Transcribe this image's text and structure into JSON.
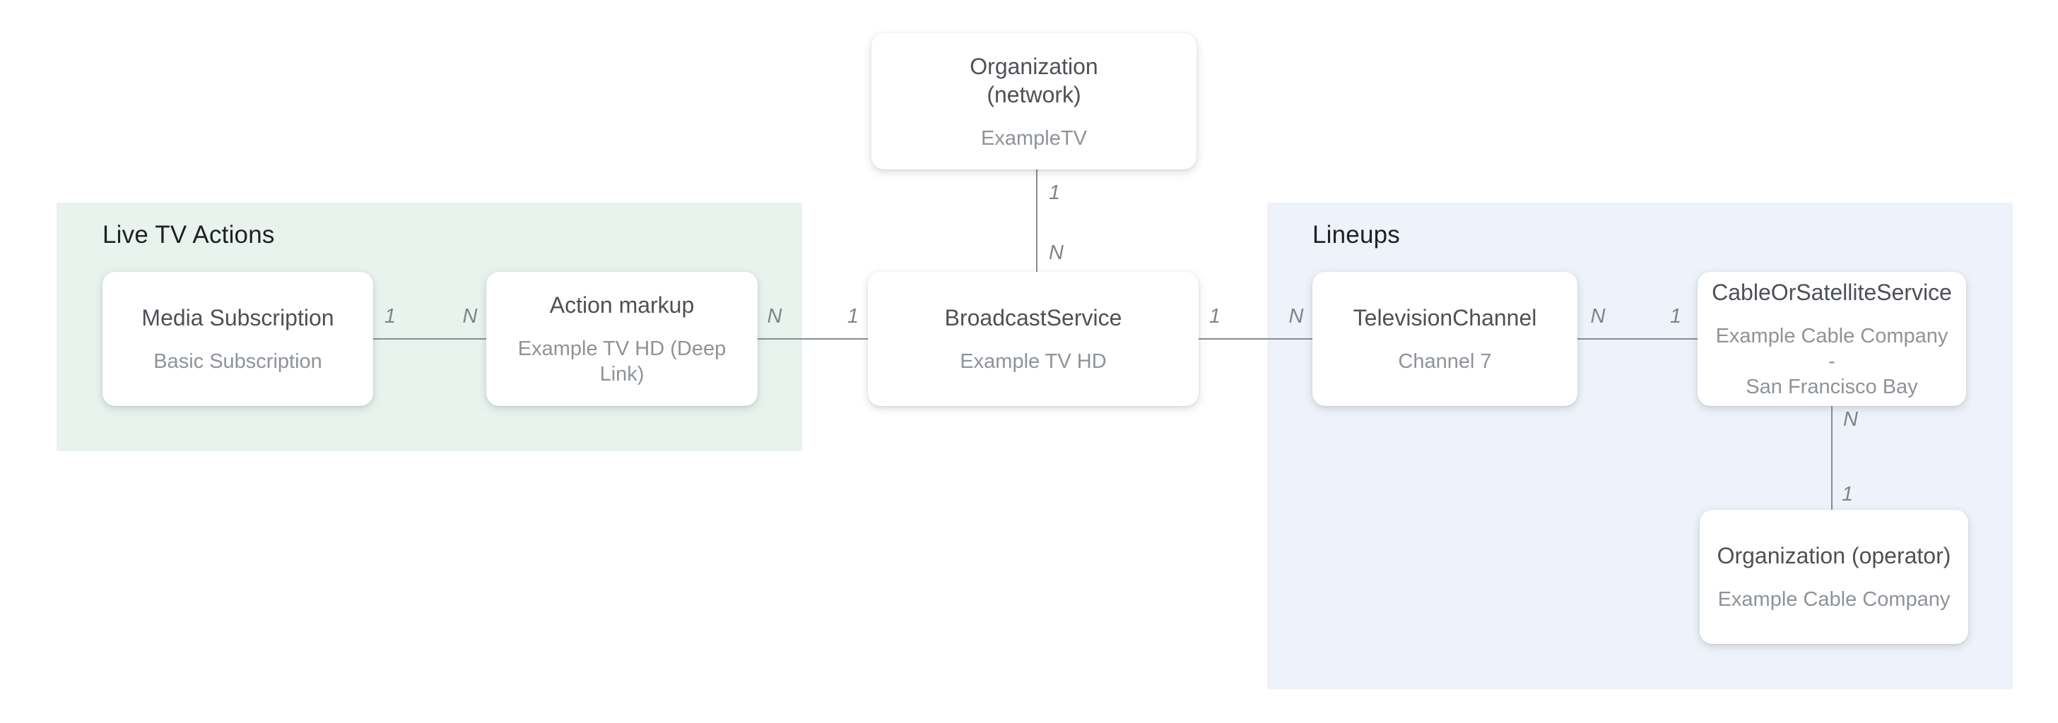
{
  "diagram": {
    "sections": {
      "live_tv_actions": {
        "label": "Live TV Actions",
        "bg": "#e9f3ee"
      },
      "lineups": {
        "label": "Lineups",
        "bg": "#eef3fb"
      }
    },
    "nodes": {
      "org_network": {
        "title": "Organization\n(network)",
        "subtitle": "ExampleTV"
      },
      "media_subscription": {
        "title": "Media Subscription",
        "subtitle": "Basic Subscription"
      },
      "action_markup": {
        "title": "Action markup",
        "subtitle": "Example TV HD (Deep Link)"
      },
      "broadcast_service": {
        "title": "BroadcastService",
        "subtitle": "Example TV HD"
      },
      "television_channel": {
        "title": "TelevisionChannel",
        "subtitle": "Channel 7"
      },
      "cable_or_satellite_service": {
        "title": "CableOrSatelliteService",
        "subtitle": "Example Cable Company -\nSan Francisco Bay"
      },
      "org_operator": {
        "title": "Organization (operator)",
        "subtitle": "Example Cable Company"
      }
    },
    "edges": {
      "network_to_broadcast": {
        "start": "1",
        "end": "N"
      },
      "media_to_action": {
        "start": "1",
        "end": "N"
      },
      "action_to_broadcast": {
        "start": "N",
        "end": "1"
      },
      "broadcast_to_channel": {
        "start": "1",
        "end": "N"
      },
      "channel_to_cable": {
        "start": "N",
        "end": "1"
      },
      "cable_to_operator": {
        "start": "N",
        "end": "1"
      }
    },
    "colors": {
      "node_title": "#4d5156",
      "node_subtitle": "#8e9398",
      "section_label": "#202124",
      "cardinality_label": "#7d838a",
      "connector_line": "#878d93",
      "live_tv_actions_bg": "#e9f3ee",
      "lineups_bg": "#eef3fb",
      "node_bg": "#ffffff",
      "page_bg": "#ffffff"
    }
  }
}
